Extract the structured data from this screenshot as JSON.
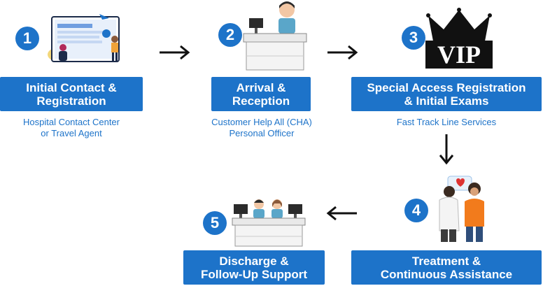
{
  "steps": [
    {
      "number": "1",
      "title_line1": "Initial Contact &",
      "title_line2": "Registration",
      "sub_line1": "Hospital Contact Center",
      "sub_line2": "or Travel Agent"
    },
    {
      "number": "2",
      "title_line1": "Arrival &",
      "title_line2": "Reception",
      "sub_line1": "Customer Help All (CHA)",
      "sub_line2": "Personal Officer"
    },
    {
      "number": "3",
      "title_line1": "Special Access Registration",
      "title_line2": "& Initial Exams",
      "sub_line1": "Fast Track Line Services",
      "sub_line2": ""
    },
    {
      "number": "4",
      "title_line1": "Treatment &",
      "title_line2": "Continuous Assistance"
    },
    {
      "number": "5",
      "title_line1": "Discharge &",
      "title_line2": "Follow-Up Support"
    }
  ],
  "vip_label": "VIP",
  "colors": {
    "accent": "#1d73c9",
    "text_sub": "#1d73c9",
    "crown": "#111111"
  },
  "icons": [
    "computer-screen-icon",
    "reception-desk-icon",
    "vip-crown-icon",
    "doctor-patient-icon",
    "discharge-desk-icon"
  ]
}
